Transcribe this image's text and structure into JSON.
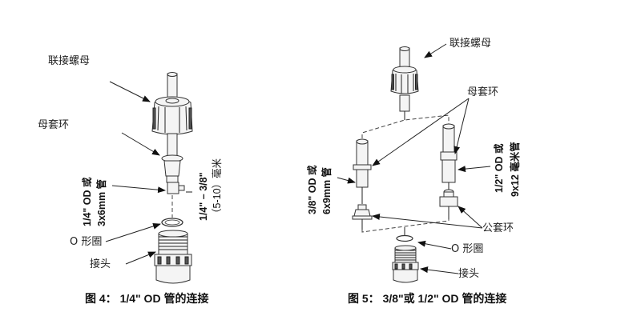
{
  "figure4": {
    "labels": {
      "union_nut": "联接螺母",
      "female_ferrule": "母套环",
      "tube_size_line1": "1/4\" OD 或",
      "tube_size_line2": "3x6mm 管",
      "range_line1": "1/4\" – 3/8\"",
      "range_line2": "（5-10）毫米",
      "o_ring": "O 形圈",
      "fitting": "接头"
    },
    "caption": "图 4：  1/4\" OD 管的连接"
  },
  "figure5": {
    "labels": {
      "union_nut": "联接螺母",
      "female_ferrule": "母套环",
      "left_tube_line1": "3/8\" OD 或",
      "left_tube_line2": "6x9mm 管",
      "right_tube_line1": "1/2\" OD 或",
      "right_tube_line2": "9x12 毫米管",
      "male_ferrule": "公套环",
      "o_ring": "O 形圈",
      "fitting": "接头"
    },
    "caption": "图 5：  3/8\"或 1/2\" OD 管的连接"
  }
}
